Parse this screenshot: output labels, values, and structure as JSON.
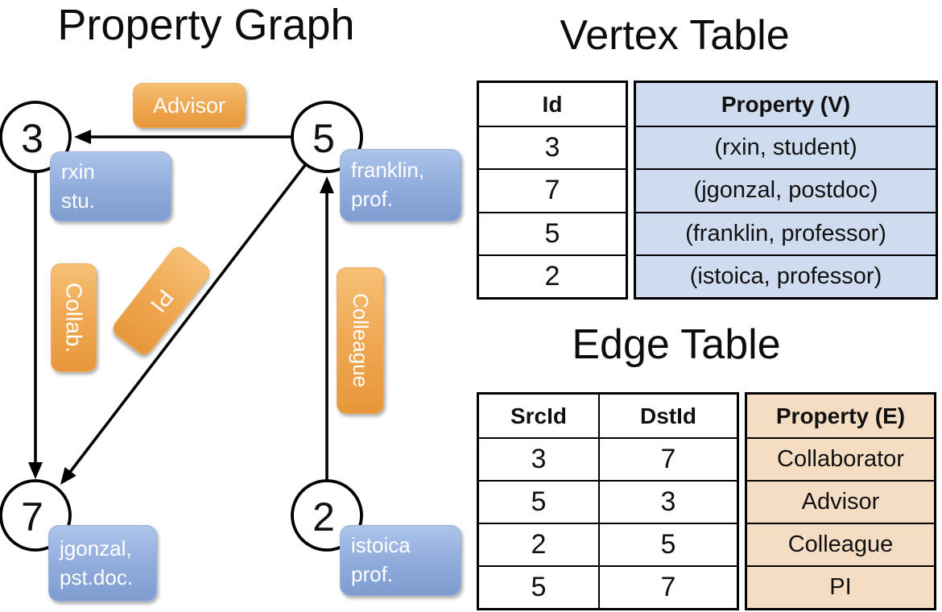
{
  "graph": {
    "title": "Property Graph",
    "nodes": [
      {
        "id": "3",
        "label_lines": [
          "rxin",
          "stu."
        ]
      },
      {
        "id": "5",
        "label_lines": [
          "franklin,",
          "prof."
        ]
      },
      {
        "id": "7",
        "label_lines": [
          "jgonzal,",
          "pst.doc."
        ]
      },
      {
        "id": "2",
        "label_lines": [
          "istoica",
          "prof."
        ]
      }
    ],
    "edges": [
      {
        "label": "Advisor",
        "src": "5",
        "dst": "3"
      },
      {
        "label": "Collab.",
        "src": "3",
        "dst": "7"
      },
      {
        "label": "PI",
        "src": "5",
        "dst": "7"
      },
      {
        "label": "Colleague",
        "src": "2",
        "dst": "5"
      }
    ]
  },
  "vertex_table": {
    "title": "Vertex Table",
    "columns": [
      "Id",
      "Property (V)"
    ],
    "rows": [
      {
        "id": "3",
        "property": "(rxin, student)"
      },
      {
        "id": "7",
        "property": "(jgonzal, postdoc)"
      },
      {
        "id": "5",
        "property": "(franklin, professor)"
      },
      {
        "id": "2",
        "property": "(istoica, professor)"
      }
    ]
  },
  "edge_table": {
    "title": "Edge Table",
    "columns": [
      "SrcId",
      "DstId",
      "Property (E)"
    ],
    "rows": [
      {
        "src": "3",
        "dst": "7",
        "property": "Collaborator"
      },
      {
        "src": "5",
        "dst": "3",
        "property": "Advisor"
      },
      {
        "src": "2",
        "dst": "5",
        "property": "Colleague"
      },
      {
        "src": "5",
        "dst": "7",
        "property": "PI"
      }
    ]
  },
  "colors": {
    "edge_label_orange": "#eda14b",
    "node_label_blue": "#8fabd9",
    "vertex_property_cell": "#cfdbee",
    "edge_property_cell": "#f5ddc3",
    "line_black": "#000000"
  }
}
